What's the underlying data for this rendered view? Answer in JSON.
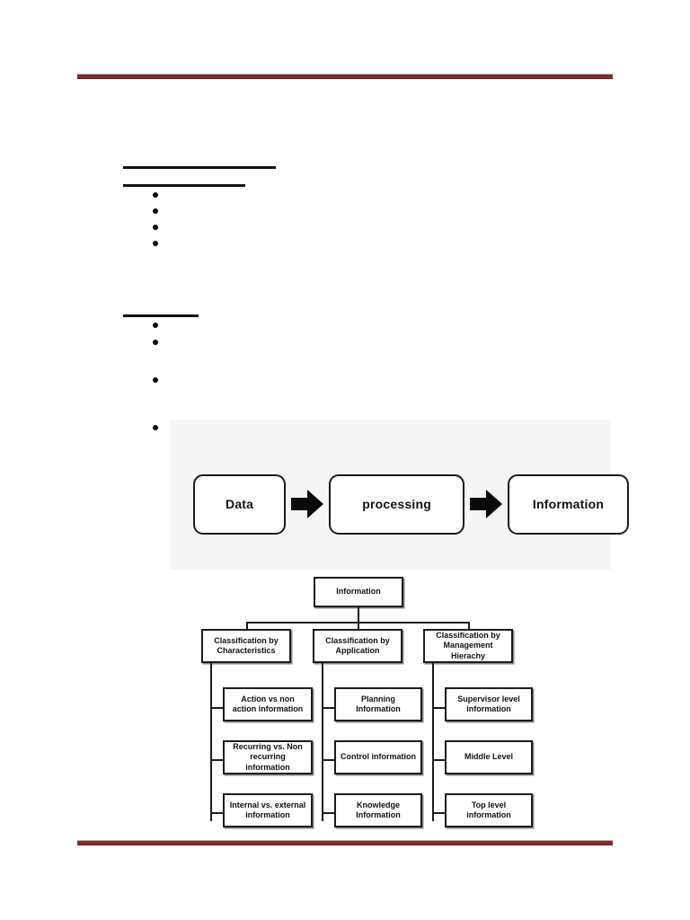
{
  "document": {
    "header_rule_color": "#7b302f",
    "footer_rule_color": "#7b302f",
    "band_color": "#f5f5f5"
  },
  "sections": [
    {
      "id": "section-a",
      "heading_rules": 2,
      "bullets": [
        "",
        "",
        "",
        ""
      ]
    },
    {
      "id": "section-b",
      "heading_rules": 1,
      "bullets": [
        "",
        "",
        "",
        ""
      ]
    }
  ],
  "flow_diagram": {
    "boxes": [
      {
        "label": "Data"
      },
      {
        "label": "processing"
      },
      {
        "label": "Information"
      }
    ],
    "arrows": [
      "arrow-right",
      "arrow-right"
    ]
  },
  "hierarchy": {
    "root": {
      "label": "Information"
    },
    "branches": [
      {
        "label": "Classification by Characteristics",
        "children": [
          {
            "label": "Action vs non action information"
          },
          {
            "label": "Recurring vs. Non recurring information"
          },
          {
            "label": "Internal vs. external information"
          }
        ]
      },
      {
        "label": "Classification by Application",
        "children": [
          {
            "label": "Planning  Information"
          },
          {
            "label": "Control information"
          },
          {
            "label": "Knowledge Information"
          }
        ]
      },
      {
        "label": "Classification by Management Hierachy",
        "children": [
          {
            "label": "Supervisor level information"
          },
          {
            "label": "Middle Level"
          },
          {
            "label": "Top level information"
          }
        ]
      }
    ]
  }
}
